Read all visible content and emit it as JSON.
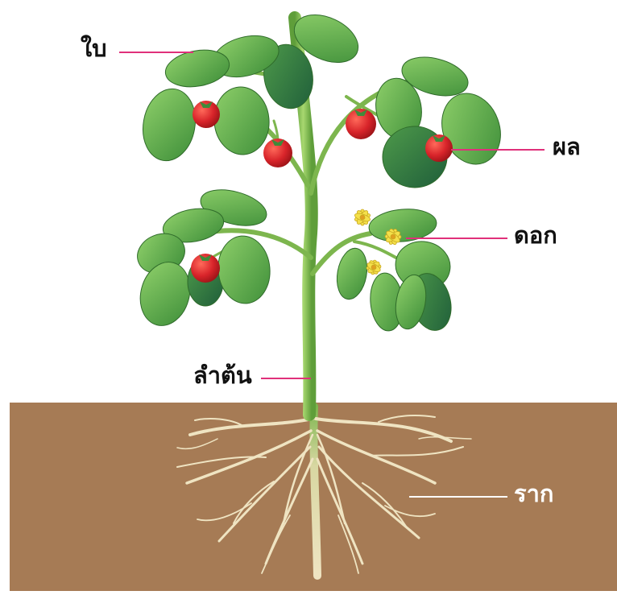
{
  "labels": {
    "leaf": "ใบ",
    "fruit": "ผล",
    "flower": "ดอก",
    "stem": "ลำต้น",
    "root": "ราก"
  },
  "colors": {
    "soil": "#a67b55",
    "leader_line": "#e0307a",
    "root_leader_line": "#ffffff",
    "leaf_dark": "#3f8a3a",
    "leaf_light": "#7cc35a",
    "stem": "#7db64e",
    "fruit": "#d8242a",
    "flower": "#f4e04a",
    "root": "#efe4c2"
  }
}
